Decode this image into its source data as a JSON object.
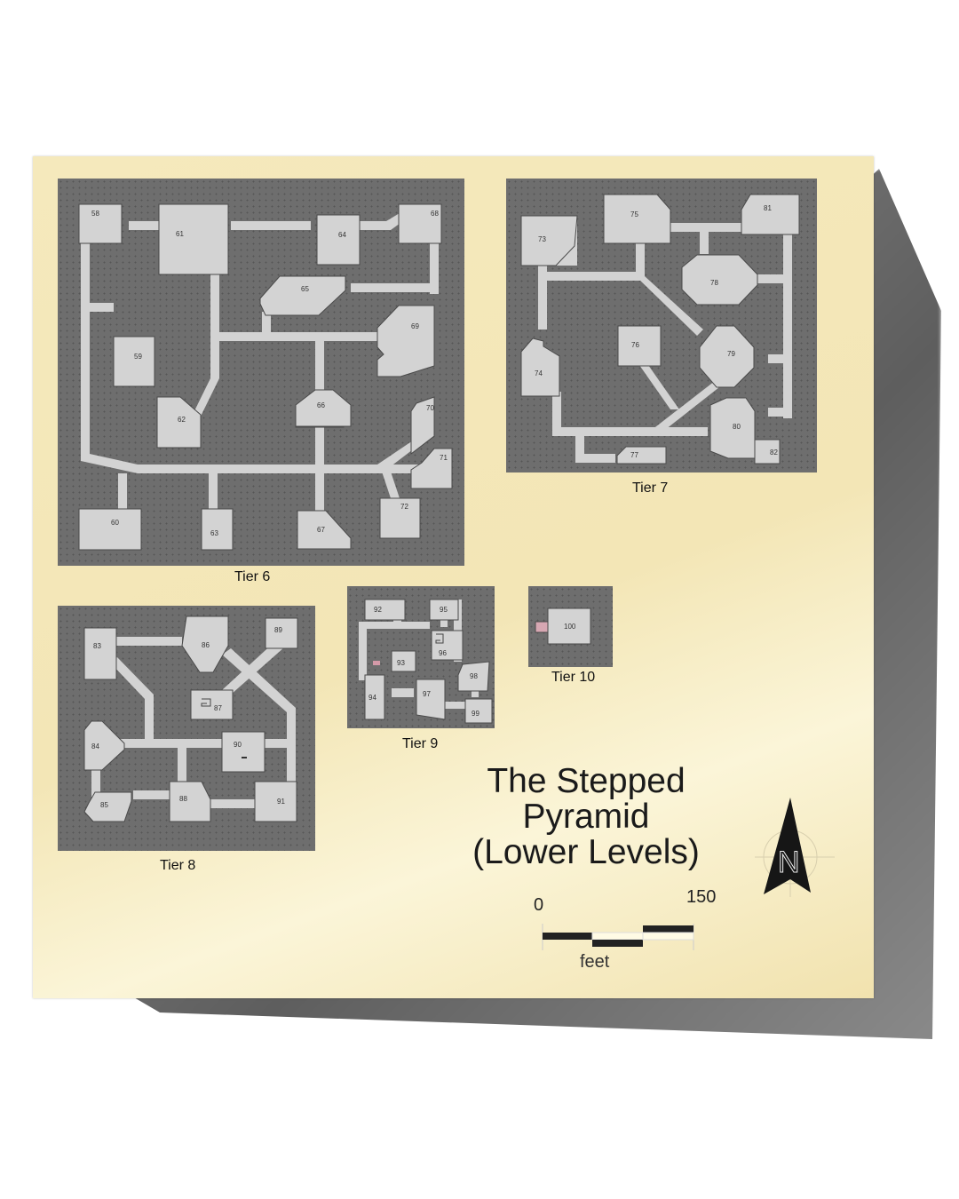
{
  "title": {
    "line1": "The Stepped",
    "line2": "Pyramid",
    "line3": "(Lower Levels)"
  },
  "tiers": [
    {
      "label": "Tier 6",
      "rooms": [
        "58",
        "59",
        "60",
        "61",
        "62",
        "63",
        "64",
        "65",
        "66",
        "67",
        "68",
        "69",
        "70",
        "71",
        "72"
      ]
    },
    {
      "label": "Tier 7",
      "rooms": [
        "73",
        "74",
        "75",
        "76",
        "77",
        "78",
        "79",
        "80",
        "81",
        "82"
      ]
    },
    {
      "label": "Tier 8",
      "rooms": [
        "83",
        "84",
        "85",
        "86",
        "87",
        "88",
        "89",
        "90",
        "91"
      ]
    },
    {
      "label": "Tier 9",
      "rooms": [
        "92",
        "93",
        "94",
        "95",
        "96",
        "97",
        "98",
        "99"
      ]
    },
    {
      "label": "Tier 10",
      "rooms": [
        "100"
      ]
    }
  ],
  "scale": {
    "min": "0",
    "max": "150",
    "unit": "feet"
  },
  "compass": {
    "letter": "N"
  },
  "colors": {
    "paper": "#f5e9bc",
    "rock": "#6e6e6e",
    "room": "#d3d3d3",
    "text": "#1a1a1a"
  }
}
